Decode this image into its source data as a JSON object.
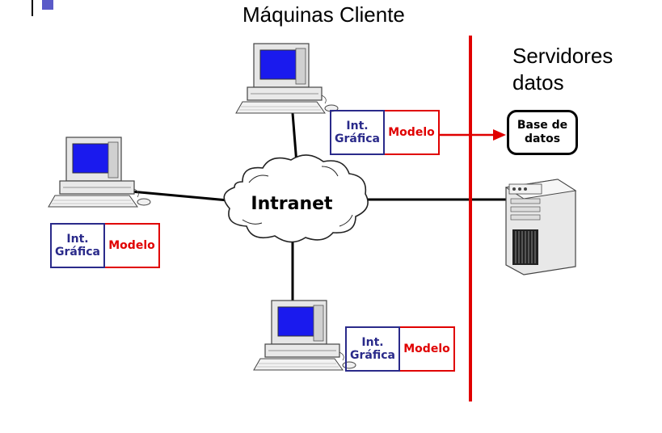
{
  "title": "Máquinas Cliente",
  "servers_label_line1": "Servidores",
  "servers_label_line2": "datos",
  "network_label": "Intranet",
  "database": {
    "line1": "Base de",
    "line2": "datos"
  },
  "client_boxes": [
    {
      "ui_line1": "Int.",
      "ui_line2": "Gráfica",
      "model": "Modelo"
    },
    {
      "ui_line1": "Int.",
      "ui_line2": "Gráfica",
      "model": "Modelo"
    },
    {
      "ui_line1": "Int.",
      "ui_line2": "Gráfica",
      "model": "Modelo"
    }
  ],
  "colors": {
    "ui_border": "#2a2a8a",
    "model_border": "#e00000",
    "divider": "#e00000",
    "screen": "#1a1aee"
  }
}
